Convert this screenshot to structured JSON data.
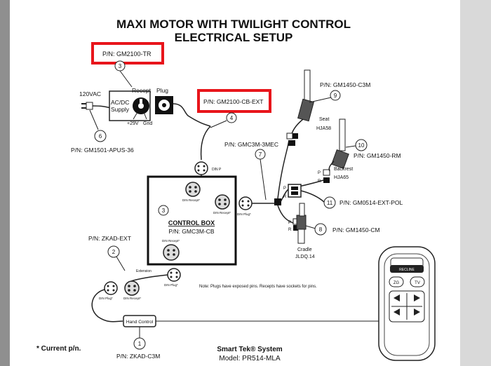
{
  "title_line1": "MAXI MOTOR WITH TWILIGHT CONTROL",
  "title_line2": "ELECTRICAL SETUP",
  "highlights": {
    "part1": "P/N: GM2100-TR",
    "part2": "P/N: GM2100-CB-EXT",
    "color": "#e8151b"
  },
  "power": {
    "voltage": "120VAC",
    "supply_line1": "AC/DC",
    "supply_line2": "Supply",
    "recept": "Recept",
    "plug": "Plug",
    "v29": "+29V",
    "gnd": "Gnd",
    "n3": "3",
    "n4": "4",
    "n6": "6",
    "pn6": "P/N: GM1501-APUS-36"
  },
  "control_box": {
    "n3": "3",
    "title": "CONTROL BOX",
    "pn": "P/N: GMC3M-CB",
    "din_recept_a": "DIN Recept*",
    "din_recept_b": "DIN Recept*",
    "din_recept_c": "DIN Recept*",
    "din_p": "DIN P",
    "din_plug": "DIN Plug*"
  },
  "harness": {
    "pn7": "P/N: GMC3M-3MEC",
    "n7": "7"
  },
  "motors": {
    "seat_n": "9",
    "seat_pn": "P/N: GM1450-C3M",
    "seat_label": "Seat",
    "seat_code": "HJA58",
    "back_n": "10",
    "back_pn": "P/N: GM1450-RM",
    "back_label": "Backrest",
    "back_code": "HJA65",
    "ext_n": "11",
    "ext_pn": "P/N: GM0514-EXT-POL",
    "cradle_n": "8",
    "cradle_pn": "P/N: GM1450-CM",
    "cradle_label": "Cradle",
    "cradle_code": "JLDQ.14",
    "p": "P",
    "r": "R"
  },
  "extension": {
    "pn": "P/N: ZKAD-EXT",
    "n2": "2",
    "label": "Extension",
    "din_plug": "DIN Plug*",
    "din_plug2": "DIN Plug*",
    "din_recept": "DIN Recept*"
  },
  "hand_control": {
    "label": "Hand Control",
    "n1": "1",
    "pn": "P/N: ZKAD-C3M"
  },
  "remote": {
    "recline": "RECLINE",
    "zg": "ZG",
    "tv": "TV"
  },
  "note": "Note: Plugs have exposed pins. Recepts have sockets for pins.",
  "footnote": "* Current p/n.",
  "system_line1": "Smart Tek® System",
  "system_line2": "Model: PR514-MLA"
}
